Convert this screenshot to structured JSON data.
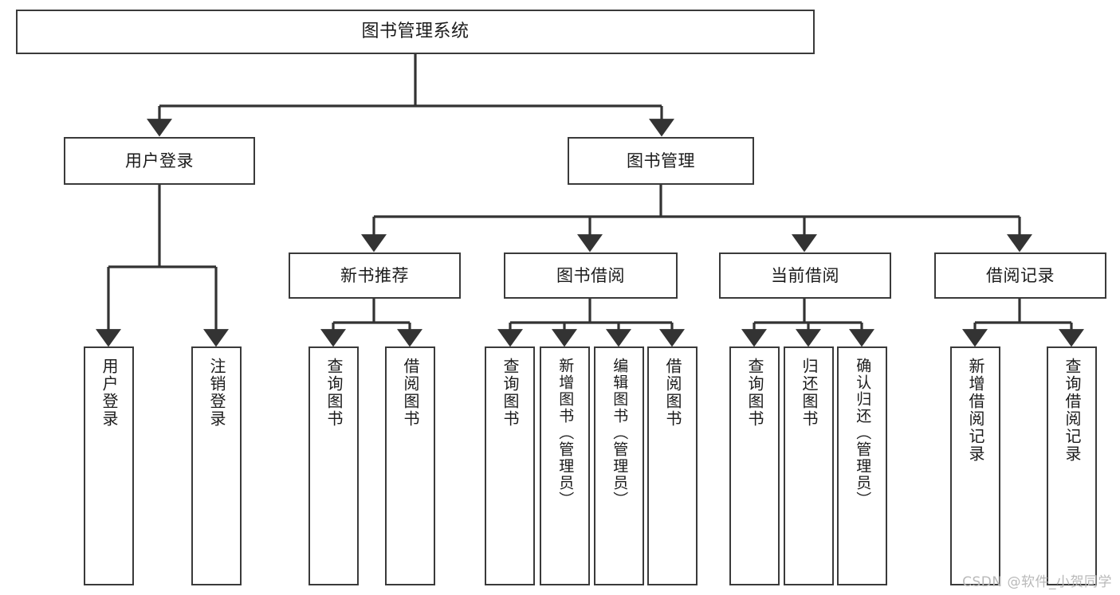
{
  "diagram": {
    "type": "tree",
    "title": "图书管理系统",
    "watermark": "CSDN @软件_小贺同学",
    "colors": {
      "background": "#ffffff",
      "box_border": "#3a3a3a",
      "box_fill": "#ffffff",
      "edge": "#333333",
      "text": "#1b1b1b",
      "watermark": "#b9b9b9"
    },
    "nodes": {
      "root": {
        "label": "图书管理系统"
      },
      "level1": [
        {
          "id": "user-login",
          "label": "用户登录"
        },
        {
          "id": "book-manage",
          "label": "图书管理"
        }
      ],
      "level2": [
        {
          "id": "new-book-recommend",
          "label": "新书推荐"
        },
        {
          "id": "book-borrow",
          "label": "图书借阅"
        },
        {
          "id": "current-borrow",
          "label": "当前借阅"
        },
        {
          "id": "borrow-record",
          "label": "借阅记录"
        }
      ],
      "leaves": {
        "user-login": [
          {
            "id": "leaf-user-login",
            "label": "用户登录"
          },
          {
            "id": "leaf-user-logout",
            "label": "注销登录"
          }
        ],
        "new-book-recommend": [
          {
            "id": "leaf-query-book-1",
            "label": "查询图书"
          },
          {
            "id": "leaf-borrow-book-1",
            "label": "借阅图书"
          }
        ],
        "book-borrow": [
          {
            "id": "leaf-query-book-2",
            "label": "查询图书"
          },
          {
            "id": "leaf-add-book",
            "label": "新增图书（管理员）"
          },
          {
            "id": "leaf-edit-book",
            "label": "编辑图书（管理员）"
          },
          {
            "id": "leaf-borrow-book-2",
            "label": "借阅图书"
          }
        ],
        "current-borrow": [
          {
            "id": "leaf-query-book-3",
            "label": "查询图书"
          },
          {
            "id": "leaf-return-book",
            "label": "归还图书"
          },
          {
            "id": "leaf-confirm-return",
            "label": "确认归还（管理员）"
          }
        ],
        "borrow-record": [
          {
            "id": "leaf-add-record",
            "label": "新增借阅记录"
          },
          {
            "id": "leaf-query-record",
            "label": "查询借阅记录"
          }
        ]
      }
    }
  }
}
